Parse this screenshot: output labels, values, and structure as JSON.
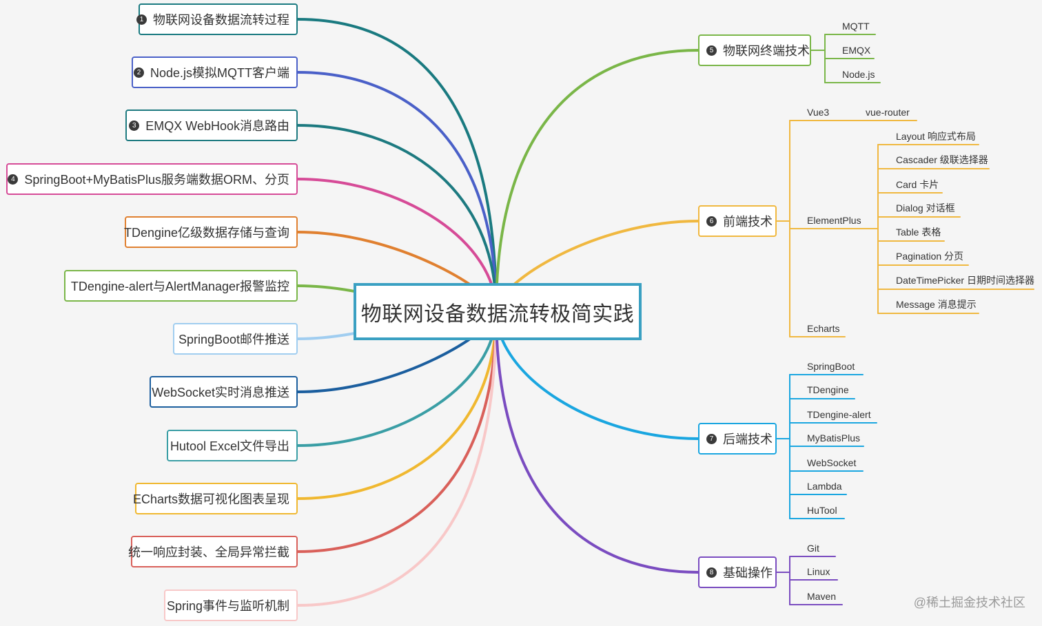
{
  "root": {
    "title": "物联网设备数据流转极简实践",
    "color": "#3aa0c2"
  },
  "left_topics": [
    {
      "num": "1",
      "label": "物联网设备数据流转过程",
      "color": "#1a7a80"
    },
    {
      "num": "2",
      "label": "Node.js模拟MQTT客户端",
      "color": "#4a60c8"
    },
    {
      "num": "3",
      "label": "EMQX WebHook消息路由",
      "color": "#1d7a80"
    },
    {
      "num": "4",
      "label": "SpringBoot+MyBatisPlus服务端数据ORM、分页",
      "color": "#d64b97"
    },
    {
      "num": "",
      "label": "TDengine亿级数据存储与查询",
      "color": "#e08030"
    },
    {
      "num": "",
      "label": "TDengine-alert与AlertManager报警监控",
      "color": "#7ab648"
    },
    {
      "num": "",
      "label": "SpringBoot邮件推送",
      "color": "#a0cdf0"
    },
    {
      "num": "",
      "label": "WebSocket实时消息推送",
      "color": "#1b5e9e"
    },
    {
      "num": "",
      "label": "Hutool Excel文件导出",
      "color": "#3a9ea5"
    },
    {
      "num": "",
      "label": "ECharts数据可视化图表呈现",
      "color": "#f0b830"
    },
    {
      "num": "",
      "label": "统一响应封装、全局异常拦截",
      "color": "#d9605a"
    },
    {
      "num": "",
      "label": "Spring事件与监听机制",
      "color": "#f8c8c8"
    }
  ],
  "right_topics": [
    {
      "num": "5",
      "label": "物联网终端技术",
      "color": "#7ab648",
      "children": [
        "MQTT",
        "EMQX",
        "Node.js"
      ]
    },
    {
      "num": "6",
      "label": "前端技术",
      "color": "#f0b840",
      "children": [
        "Vue3",
        "ElementPlus",
        "Echarts"
      ],
      "vue3_child": "vue-router",
      "elementplus_children": [
        "Layout 响应式布局",
        "Cascader 级联选择器",
        "Card 卡片",
        "Dialog 对话框",
        "Table 表格",
        "Pagination 分页",
        "DateTimePicker 日期时间选择器",
        "Message 消息提示"
      ]
    },
    {
      "num": "7",
      "label": "后端技术",
      "color": "#1aa6e0",
      "children": [
        "SpringBoot",
        "TDengine",
        "TDengine-alert",
        "MyBatisPlus",
        "WebSocket",
        "Lambda",
        "HuTool"
      ]
    },
    {
      "num": "8",
      "label": "基础操作",
      "color": "#7a4cc0",
      "children": [
        "Git",
        "Linux",
        "Maven"
      ]
    }
  ],
  "watermark": "@稀土掘金技术社区"
}
